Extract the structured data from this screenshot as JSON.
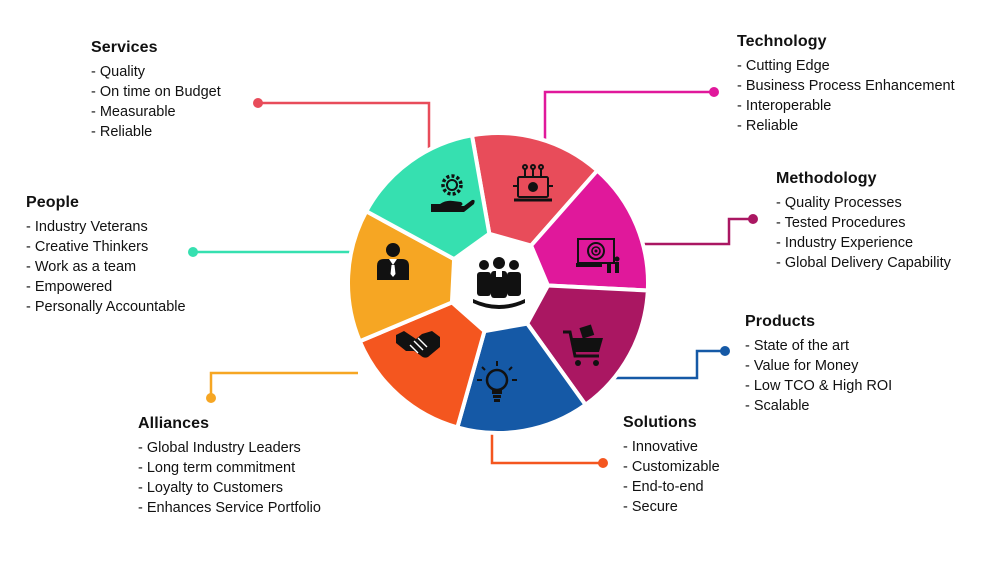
{
  "categories": [
    {
      "key": "services",
      "title": "Services",
      "color": "#e84c5a",
      "items": [
        "- Quality",
        "- On time on Budget",
        "- Measurable",
        "- Reliable"
      ],
      "icon": "hand-gear-icon"
    },
    {
      "key": "technology",
      "title": "Technology",
      "color": "#e0189b",
      "items": [
        "- Cutting Edge",
        "- Business Process Enhancement",
        "- Interoperable",
        "- Reliable"
      ],
      "icon": "network-monitor-icon"
    },
    {
      "key": "methodology",
      "title": "Methodology",
      "color": "#aa1762",
      "items": [
        "- Quality Processes",
        "- Tested Procedures",
        "- Industry Experience",
        "- Global Delivery Capability"
      ],
      "icon": "presentation-target-icon"
    },
    {
      "key": "products",
      "title": "Products",
      "color": "#1559a6",
      "items": [
        "- State of the art",
        "- Value for Money",
        "- Low TCO & High ROI",
        "- Scalable"
      ],
      "icon": "shopping-cart-icon"
    },
    {
      "key": "solutions",
      "title": "Solutions",
      "color": "#f4561f",
      "items": [
        "- Innovative",
        "- Customizable",
        "- End-to-end",
        "- Secure"
      ],
      "icon": "lightbulb-icon"
    },
    {
      "key": "alliances",
      "title": "Alliances",
      "color": "#f6a623",
      "items": [
        "- Global Industry Leaders",
        "- Long term commitment",
        "- Loyalty to Customers",
        "- Enhances Service Portfolio"
      ],
      "icon": "handshake-icon"
    },
    {
      "key": "people",
      "title": "People",
      "color": "#36e0b0",
      "items": [
        "- Industry Veterans",
        "- Creative Thinkers",
        "- Work as a team",
        "- Empowered",
        "- Personally Accountable"
      ],
      "icon": "businessman-icon"
    }
  ],
  "center": {
    "icon": "team-group-icon"
  }
}
